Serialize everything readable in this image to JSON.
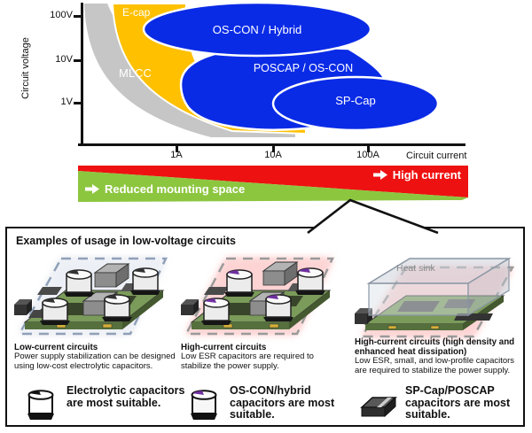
{
  "chart": {
    "y_axis_label": "Circuit voltage",
    "x_axis_label": "Circuit current",
    "y_ticks": [
      "100V",
      "10V",
      "1V"
    ],
    "x_ticks": [
      "1A",
      "10A",
      "100A"
    ],
    "regions": {
      "mlcc": "MLCC",
      "ecap": "E-cap",
      "oscon_hybrid": "OS-CON / Hybrid",
      "poscap_oscon": "POSCAP / OS-CON",
      "spcap": "SP-Cap"
    },
    "colors": {
      "mlcc_gray": "#c6c6c6",
      "ecap_orange": "#ffc000",
      "capacitor_blue": "#0a2be6"
    }
  },
  "banner": {
    "left_label": "Reduced mounting space",
    "right_label": "High current",
    "green": "#8cc63f",
    "red": "#ee1111"
  },
  "panel": {
    "title": "Examples of usage in low-voltage circuits",
    "columns": [
      {
        "heading": "Low-current circuits",
        "body": "Power supply stabilization can be designed using low-cost electrolytic capacitors.",
        "caption": "Electrolytic capacitors are most suitable."
      },
      {
        "heading": "High-current circuits",
        "body": "Low ESR capacitors are required to stabilize the power supply.",
        "caption": "OS-CON/hybrid capacitors are most suitable."
      },
      {
        "heading": "High-current circuits (high density and enhanced heat dissipation)",
        "body": "Low ESR, small, and low-profile capacitors are required to stabilize the power supply.",
        "caption": "SP-Cap/POSCAP capacitors are most suitable.",
        "overlay_label": "Heat sink"
      }
    ]
  }
}
